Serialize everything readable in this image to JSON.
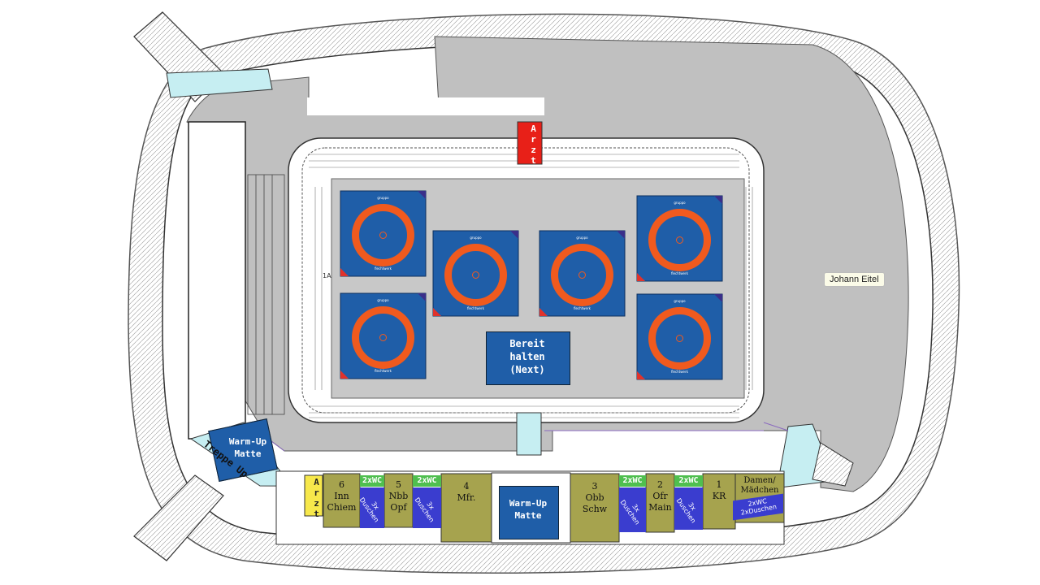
{
  "map": {
    "mats": [
      {
        "logo": "gruppo",
        "brand": "flechtwerk"
      },
      {
        "logo": "gruppo",
        "brand": "flechtwerk"
      },
      {
        "logo": "gruppo",
        "brand": "flechtwerk"
      },
      {
        "logo": "gruppo",
        "brand": "flechtwerk"
      },
      {
        "logo": "gruppo",
        "brand": "flechtwerk"
      },
      {
        "logo": "gruppo",
        "brand": "flechtwerk"
      }
    ],
    "arzt_top": "Arzt",
    "arzt_bottom": "Arzt",
    "bereit": "Bereit\nhalten\n(Next)",
    "warmup_left": "Warm-Up\nMatte",
    "warmup_center": "Warm-Up\nMatte",
    "treppe": "Treppe Up",
    "owner": "Johann Eitel",
    "rooms": [
      {
        "num": "6",
        "name": "Inn\nChiem"
      },
      {
        "num": "5",
        "name": "Nbb\nOpf"
      },
      {
        "num": "4",
        "name": "Mfr."
      },
      {
        "num": "3",
        "name": "Obb\nSchw"
      },
      {
        "num": "2",
        "name": "Ofr\nMain"
      },
      {
        "num": "1",
        "name": "KR"
      }
    ],
    "wc": [
      "2xWC",
      "2xWC",
      "2xWC",
      "2xWC"
    ],
    "showers": [
      "3x\nDuschen",
      "3x\nDuschen",
      "3x\nDuschen",
      "3x\nDuschen"
    ],
    "damen": "Damen/\nMädchen",
    "damen_wc": "2xWC\n2xDuschen",
    "small_code": "1A"
  },
  "colors": {
    "mat_blue": "#1f5ea8",
    "ring_orange": "#f05a1e",
    "floor_gray": "#c0c0c0",
    "room_olive": "#a6a34e",
    "corridor_cyan": "#c6eef2",
    "arzt_red": "#e82018",
    "arzt_yellow": "#f7e84b",
    "wc_green": "#4fbf4f",
    "shower_blue": "#3a3dcf"
  }
}
